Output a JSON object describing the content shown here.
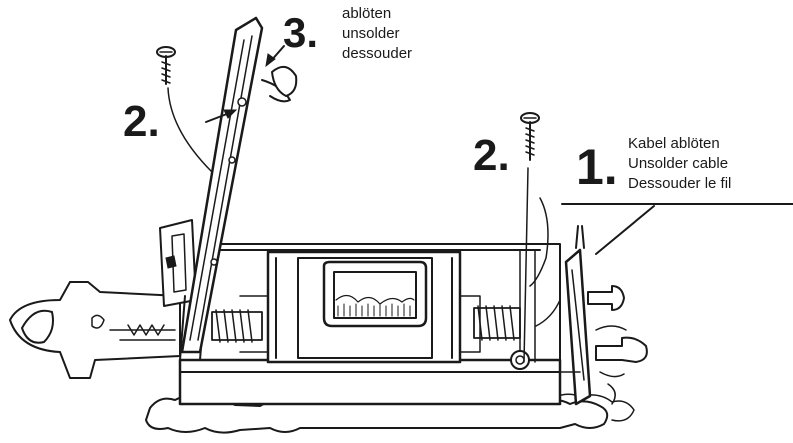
{
  "steps": {
    "step1": {
      "number": "1.",
      "lines": [
        "Kabel ablöten",
        "Unsolder cable",
        "Dessouder le fil"
      ]
    },
    "step2_left": {
      "number": "2."
    },
    "step2_right": {
      "number": "2."
    },
    "step3": {
      "number": "3.",
      "lines": [
        "ablöten",
        "unsolder",
        "dessouder"
      ]
    }
  },
  "colors": {
    "ink": "#1a1a1a",
    "paper": "#ffffff"
  }
}
